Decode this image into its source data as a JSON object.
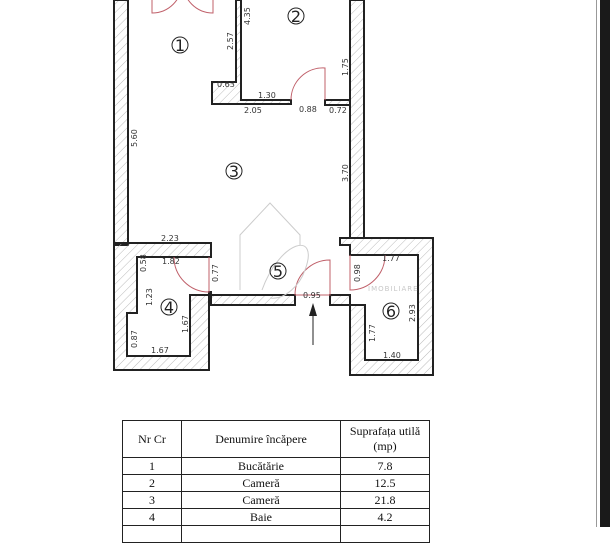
{
  "floor_plan": {
    "room_numbers": [
      "1",
      "2",
      "3",
      "4",
      "5",
      "6"
    ],
    "dimensions": {
      "d435": "4.35",
      "d257": "2.57",
      "d175": "1.75",
      "d063": "0.63",
      "d130": "1.30",
      "d205": "2.05",
      "d088": "0.88",
      "d072": "0.72",
      "d560": "5.60",
      "d370": "3.70",
      "d223": "2.23",
      "d058": "0.58",
      "d182": "1.82",
      "d077": "0.77",
      "d123": "1.23",
      "d167a": "1.67",
      "d087": "0.87",
      "d167b": "1.67",
      "d095": "0.95",
      "d098": "0.98",
      "d177a": "1.77",
      "d293": "2.93",
      "d177b": "1.77",
      "d140": "1.40"
    },
    "watermark_text": "IMOBILIARE",
    "colors": {
      "wall": "#222222",
      "door": "#c0606a",
      "hatch": "#bbbbbb"
    }
  },
  "table": {
    "headers": [
      "Nr Cr",
      "Denumire încăpere",
      "Suprafața utilă (mp)"
    ],
    "rows": [
      {
        "nr": "1",
        "name": "Bucătărie",
        "area": "7.8"
      },
      {
        "nr": "2",
        "name": "Cameră",
        "area": "12.5"
      },
      {
        "nr": "3",
        "name": "Cameră",
        "area": "21.8"
      },
      {
        "nr": "4",
        "name": "Baie",
        "area": "4.2"
      },
      {
        "nr": "",
        "name": "",
        "area": ""
      }
    ]
  }
}
